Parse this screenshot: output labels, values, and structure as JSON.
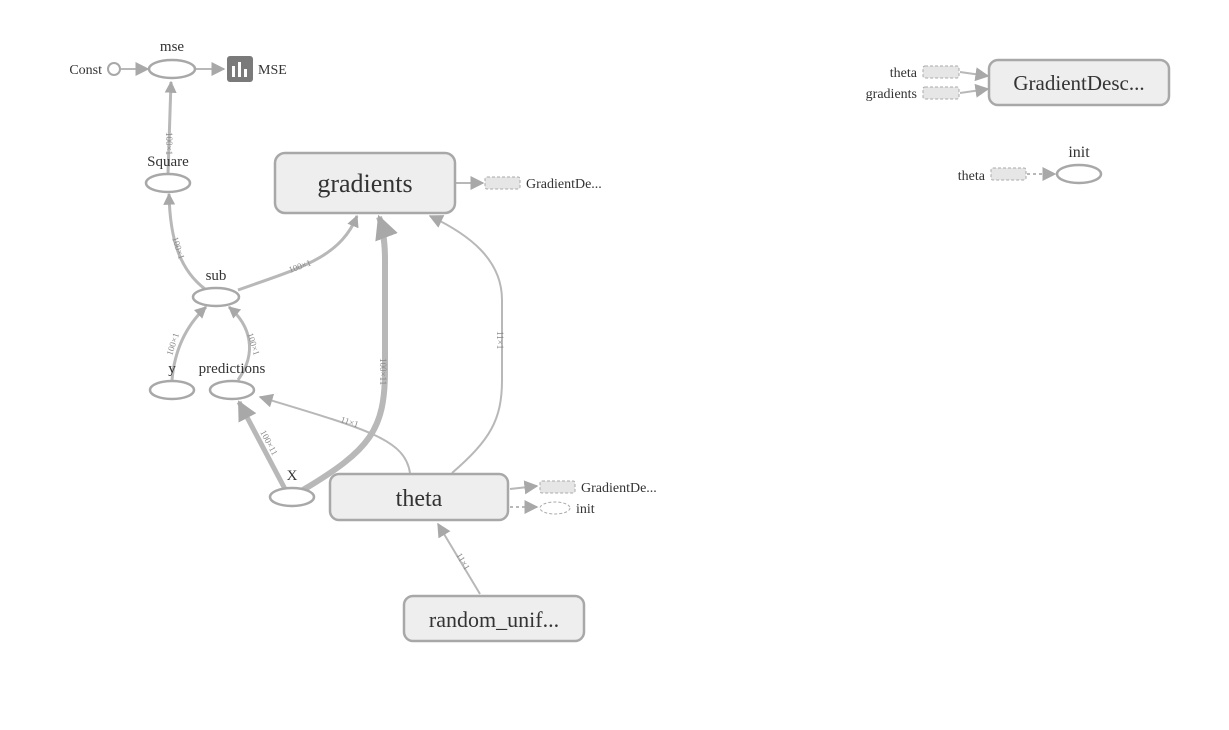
{
  "graph": {
    "nodes": {
      "const": "Const",
      "mse": "mse",
      "mse_summary": "MSE",
      "square": "Square",
      "sub": "sub",
      "y": "y",
      "predictions": "predictions",
      "x": "X",
      "gradients": "gradients",
      "theta": "theta",
      "random_uniform": "random_unif...",
      "gradient_descent": "GradientDesc...",
      "init": "init"
    },
    "stubs": {
      "gradients_out": "GradientDe...",
      "theta_out_gd": "GradientDe...",
      "theta_out_init": "init",
      "gd_in_theta": "theta",
      "gd_in_gradients": "gradients",
      "init_in_theta": "theta"
    },
    "edge_labels": {
      "square_to_mse": "100×1",
      "sub_to_square": "100×1",
      "sub_to_gradients": "100×1",
      "y_to_sub": "100×1",
      "predictions_to_sub": "100×1",
      "x_to_predictions": "100×11",
      "x_to_gradients": "100×11",
      "theta_to_predictions": "11×1",
      "theta_to_gradients": "11×1",
      "random_to_theta": "11×1"
    }
  },
  "colors": {
    "edge": "#b8b8b8",
    "node_stroke": "#a8a8a8",
    "metanode_fill": "#eeeeee",
    "summary_icon": "#7a7a7a"
  }
}
